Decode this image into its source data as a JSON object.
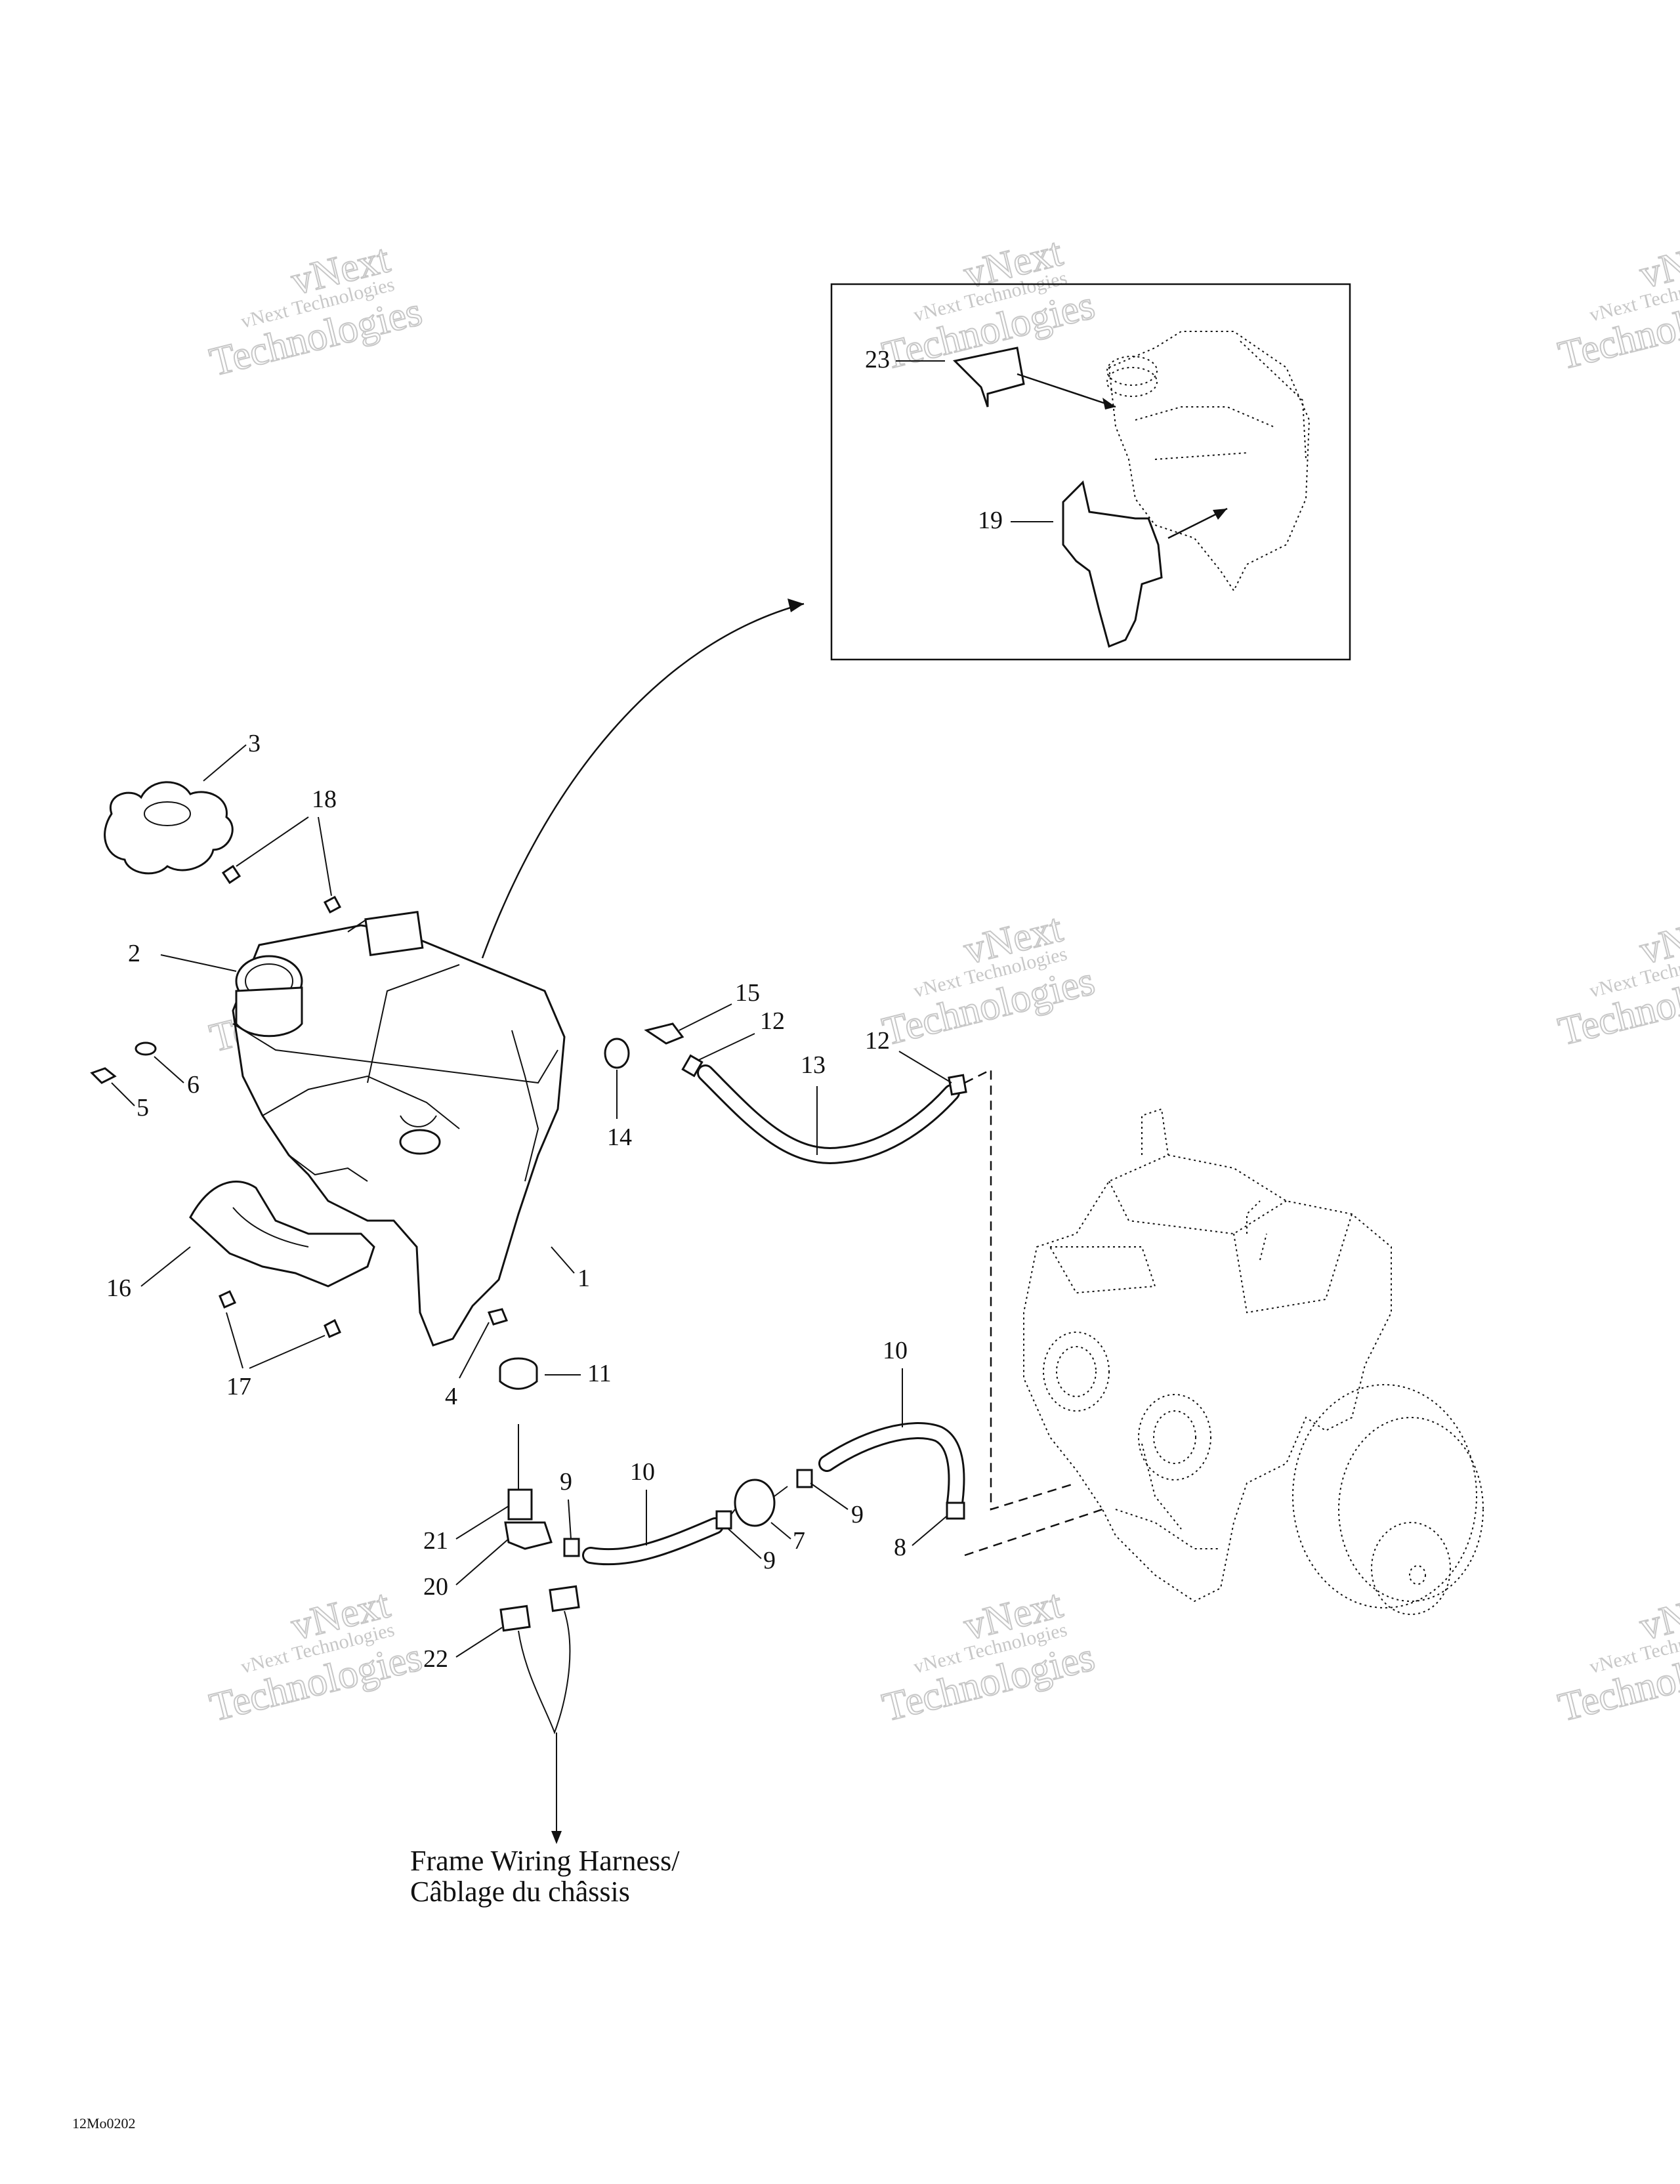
{
  "watermark": {
    "line1": "vNext Technologies",
    "line2": "Technologies",
    "line2_prefix": "vNext"
  },
  "callouts": {
    "c1": "1",
    "c2": "2",
    "c3": "3",
    "c4": "4",
    "c5": "5",
    "c6": "6",
    "c7": "7",
    "c8": "8",
    "c9a": "9",
    "c9b": "9",
    "c9c": "9",
    "c10a": "10",
    "c10b": "10",
    "c11": "11",
    "c12a": "12",
    "c12b": "12",
    "c13": "13",
    "c14": "14",
    "c15": "15",
    "c16": "16",
    "c17": "17",
    "c18": "18",
    "c19": "19",
    "c20": "20",
    "c21": "21",
    "c22": "22",
    "c23": "23"
  },
  "harness_caption": {
    "line1": "Frame Wiring Harness/",
    "line2": "Câblage du châssis"
  },
  "figure_code": "12Mo0202"
}
